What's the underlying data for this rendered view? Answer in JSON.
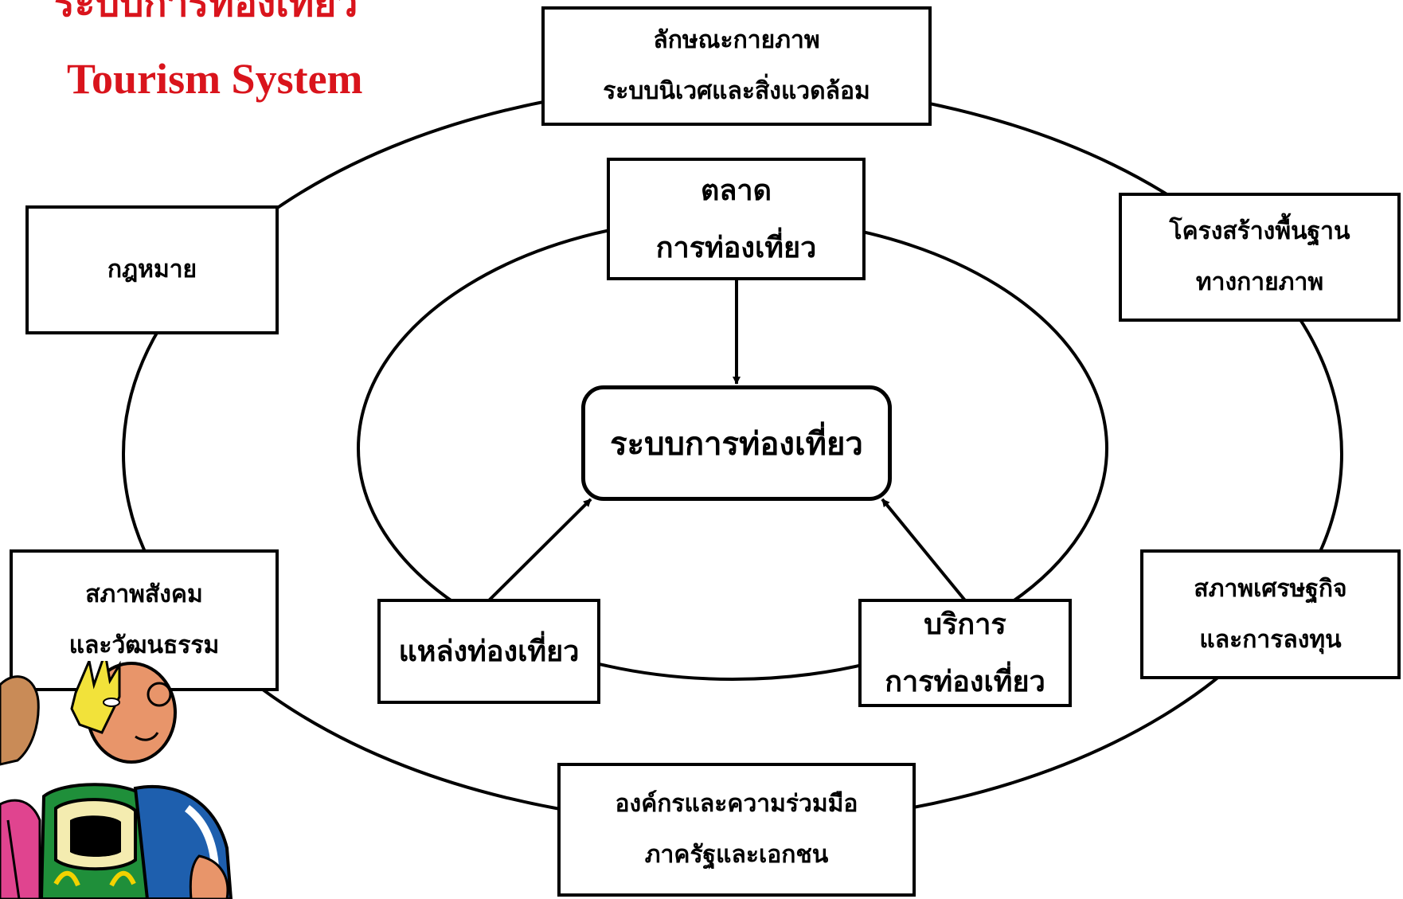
{
  "title": {
    "thai": "ระบบการท่องเที่ยว",
    "english": "Tourism System"
  },
  "center": {
    "label": "ระบบการท่องเที่ยว"
  },
  "inner_boxes": {
    "market": [
      "ตลาด",
      "การท่องเที่ยว"
    ],
    "attractions": [
      "แหล่งท่องเที่ยว"
    ],
    "services": [
      "บริการ",
      "การท่องเที่ยว"
    ]
  },
  "outer_boxes": {
    "physical": [
      "ลักษณะกายภาพ",
      "ระบบนิเวศและสิ่งแวดล้อม"
    ],
    "law": [
      "กฎหมาย"
    ],
    "infrastructure": [
      "โครงสร้างพื้นฐาน",
      "ทางกายภาพ"
    ],
    "social": [
      "สภาพสังคม",
      "และวัฒนธรรม"
    ],
    "economic": [
      "สภาพเศรษฐกิจ",
      "และการลงทุน"
    ],
    "organizations": [
      "องค์กรและความร่วมมือ",
      "ภาครัฐและเอกชน"
    ]
  },
  "colors": {
    "title": "#d9141c",
    "line": "#000000"
  }
}
